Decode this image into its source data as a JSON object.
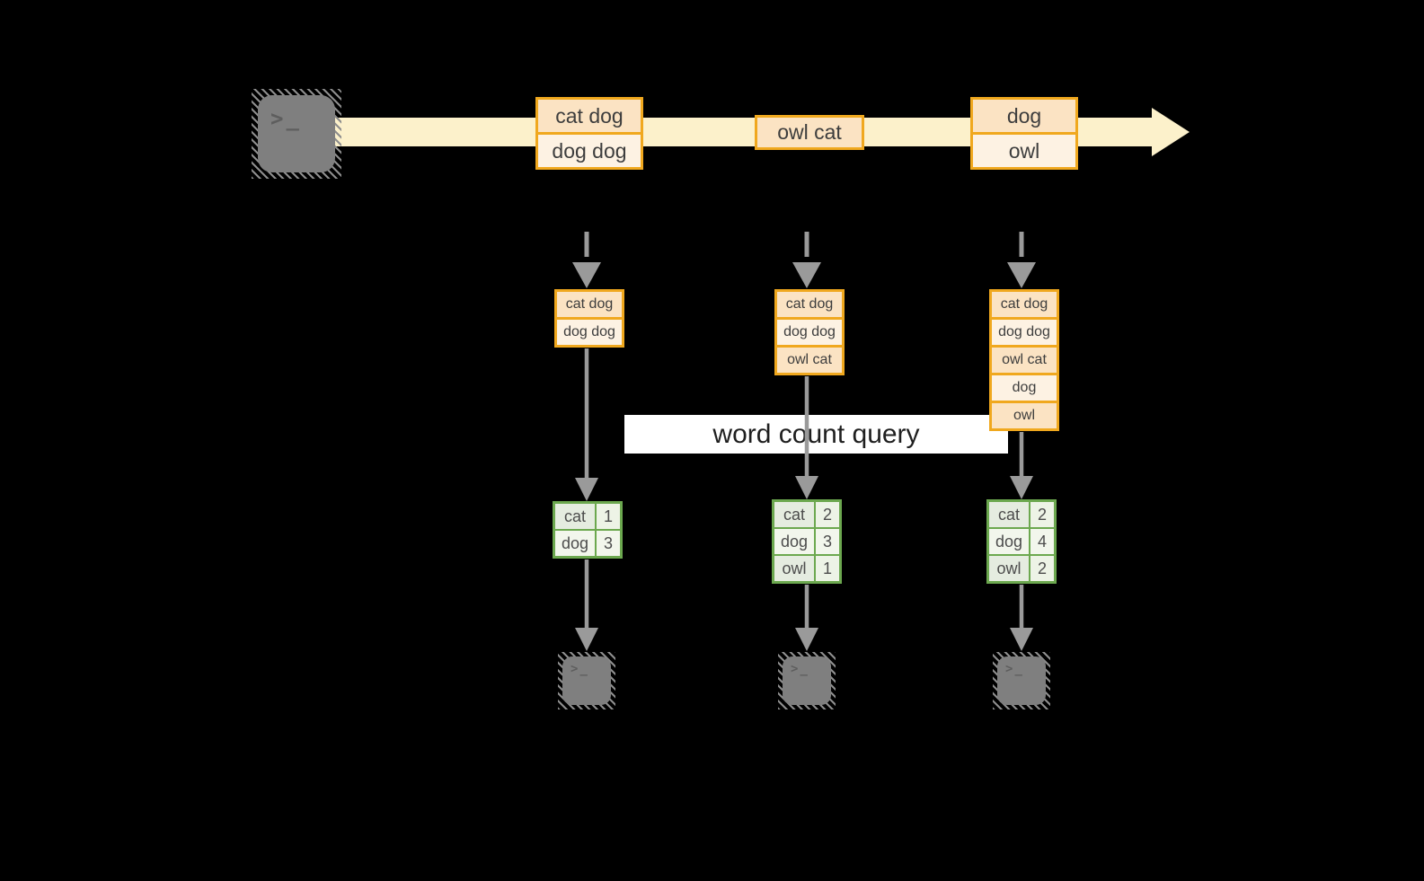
{
  "banner": {
    "label": "word count query"
  },
  "stream": {
    "source_icon": "terminal-icon",
    "events": [
      {
        "lines": [
          "cat dog",
          "dog dog"
        ]
      },
      {
        "lines": [
          "owl cat"
        ]
      },
      {
        "lines": [
          "dog",
          "owl"
        ]
      }
    ]
  },
  "columns": [
    {
      "state_rows": [
        "cat dog",
        "dog dog"
      ],
      "counts": [
        {
          "word": "cat",
          "count": "1"
        },
        {
          "word": "dog",
          "count": "3"
        }
      ],
      "sink_icon": "terminal-icon"
    },
    {
      "state_rows": [
        "cat dog",
        "dog dog",
        "owl cat"
      ],
      "counts": [
        {
          "word": "cat",
          "count": "2"
        },
        {
          "word": "dog",
          "count": "3"
        },
        {
          "word": "owl",
          "count": "1"
        }
      ],
      "sink_icon": "terminal-icon"
    },
    {
      "state_rows": [
        "cat dog",
        "dog dog",
        "owl cat",
        "dog",
        "owl"
      ],
      "counts": [
        {
          "word": "cat",
          "count": "2"
        },
        {
          "word": "dog",
          "count": "4"
        },
        {
          "word": "owl",
          "count": "2"
        }
      ],
      "sink_icon": "terminal-icon"
    }
  ],
  "icons": {
    "prompt_chevron": ">",
    "prompt_underscore": "_"
  },
  "colors": {
    "background": "#000000",
    "stream_band": "#fcf1cb",
    "event_border": "#f0a81e",
    "event_fill_dark": "#fbe3c3",
    "event_fill_light": "#fdf2e3",
    "table_border": "#6ca84f",
    "cell_fill_dark": "#e5ece0",
    "cell_fill_light": "#f2f6ec",
    "arrow": "#9a9a9a",
    "terminal_fill": "#7f7f7f",
    "banner_bg": "#ffffff"
  }
}
